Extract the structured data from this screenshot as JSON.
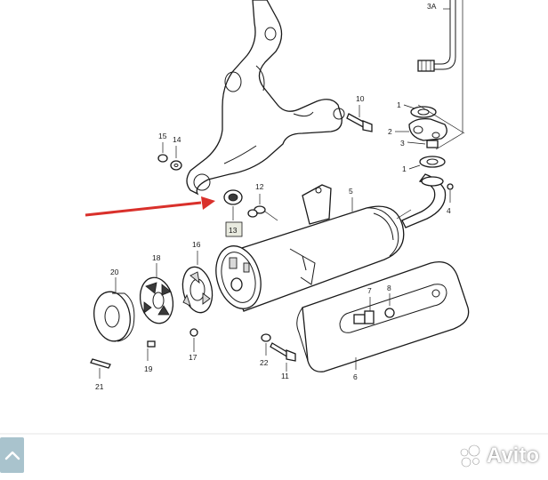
{
  "parts": {
    "p1a": "1",
    "p1b": "1",
    "p2": "2",
    "p3": "3",
    "p3a": "3A",
    "p4": "4",
    "p5": "5",
    "p6": "6",
    "p7": "7",
    "p8": "8",
    "p10": "10",
    "p11": "11",
    "p12": "12",
    "p13": "13",
    "p14": "14",
    "p15": "15",
    "p16": "16",
    "p17": "17",
    "p18": "18",
    "p19": "19",
    "p20": "20",
    "p21": "21",
    "p22": "22"
  },
  "highlighted_part": "13",
  "arrow_color": "#d9302b",
  "watermark": {
    "brand": "Avito",
    "color": "#ffffff"
  },
  "icons": {
    "back": "chevron-up-icon",
    "logo": "avito-dots-logo"
  }
}
